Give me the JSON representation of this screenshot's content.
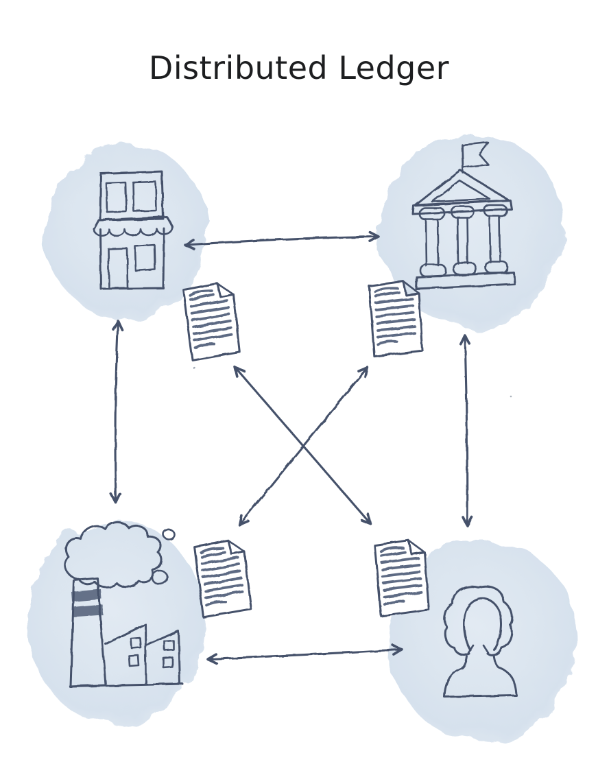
{
  "page": {
    "title": "Distributed Ledger"
  },
  "colors": {
    "ink": "#44516a",
    "ink-soft": "#5d6a83",
    "title": "#1d1e20",
    "paper": "#ffffff",
    "node-fill": "#dbe5ef",
    "node-fill-light": "#e2eaf3",
    "node-fill-deep": "#d4dfec"
  },
  "diagram": {
    "type": "network-diagram",
    "style": "hand-drawn-sketch",
    "nodes": [
      {
        "id": "shop",
        "icon": "storefront-icon",
        "position": "top-left"
      },
      {
        "id": "bank",
        "icon": "bank-icon",
        "position": "top-right"
      },
      {
        "id": "factory",
        "icon": "factory-icon",
        "position": "bottom-left"
      },
      {
        "id": "person",
        "icon": "person-icon",
        "position": "bottom-right"
      }
    ],
    "documents": [
      {
        "id": "ledger-copy-1",
        "icon": "document-icon",
        "position": "center-top-left"
      },
      {
        "id": "ledger-copy-2",
        "icon": "document-icon",
        "position": "center-top-right"
      },
      {
        "id": "ledger-copy-3",
        "icon": "document-icon",
        "position": "center-bottom-left"
      },
      {
        "id": "ledger-copy-4",
        "icon": "document-icon",
        "position": "center-bottom-right"
      }
    ],
    "edges": [
      {
        "from": "shop",
        "to": "bank",
        "bidirectional": true
      },
      {
        "from": "shop",
        "to": "factory",
        "bidirectional": true
      },
      {
        "from": "bank",
        "to": "person",
        "bidirectional": true
      },
      {
        "from": "factory",
        "to": "person",
        "bidirectional": true
      },
      {
        "from": "shop",
        "to": "person",
        "bidirectional": true
      },
      {
        "from": "factory",
        "to": "bank",
        "bidirectional": true
      }
    ]
  }
}
